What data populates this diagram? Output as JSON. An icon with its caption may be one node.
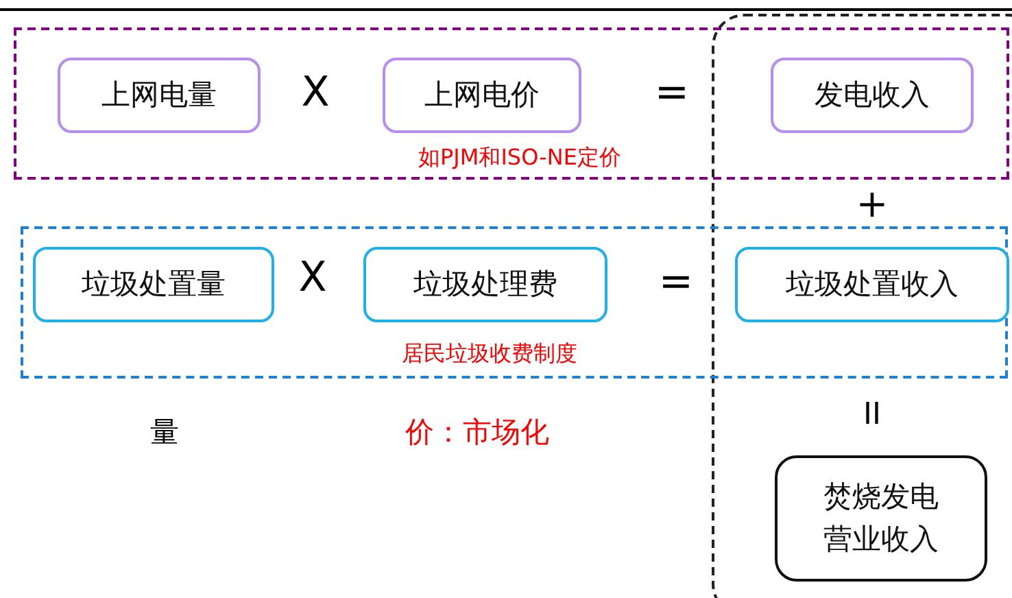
{
  "diagram": {
    "nodes": [
      {
        "text": [],
        "shape": "box"
      },
      {
        "text": [
          "上网电量"
        ],
        "in": 0
      },
      {
        "text": [
          "上网电价"
        ],
        "in": 0,
        "beside": [
          "如PJM和ISO-NE定价"
        ]
      },
      {
        "text": [
          "发电收入"
        ],
        "in": 0
      },
      {
        "text": [],
        "shape": "box"
      },
      {
        "text": [
          "垃圾处置量"
        ],
        "in": 4
      },
      {
        "text": [
          "垃圾处理费"
        ],
        "in": 4,
        "beside": [
          "居民垃圾收费制度"
        ]
      },
      {
        "text": [
          "垃圾处置收入"
        ],
        "in": 4
      },
      {
        "text": [
          "焚烧发电营业收入"
        ]
      }
    ],
    "edges": [],
    "labels": [
      "X",
      "=",
      "+",
      "X",
      "=",
      "II",
      "量",
      "价：市场化"
    ]
  }
}
